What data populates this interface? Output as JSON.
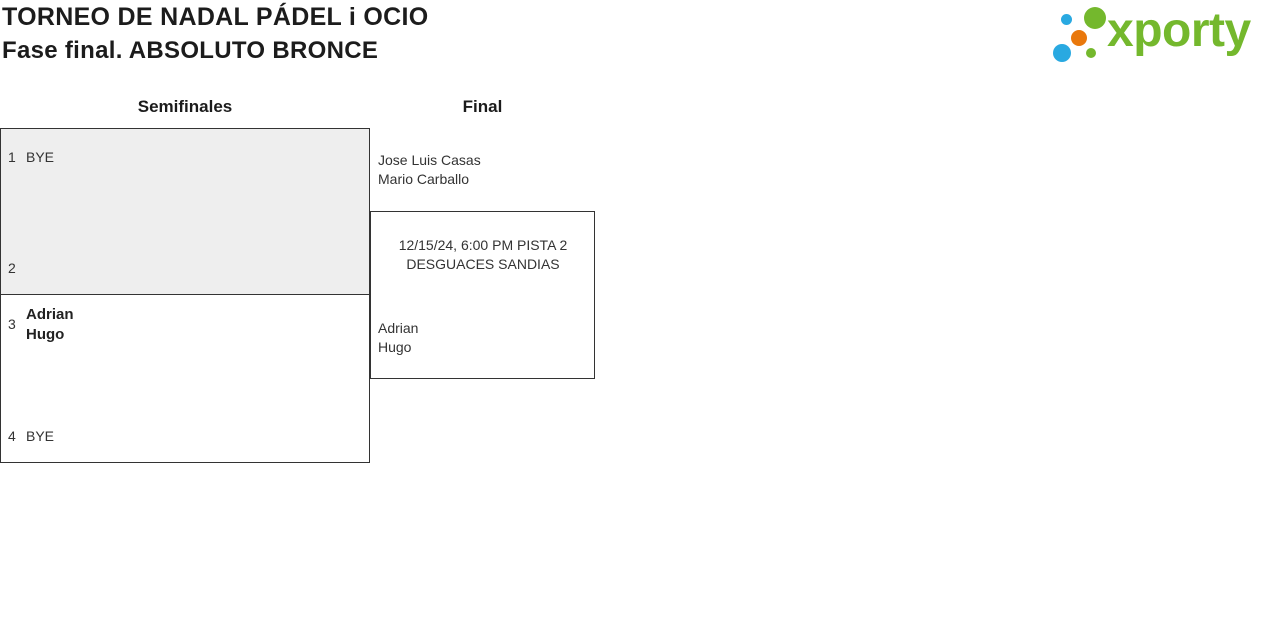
{
  "header": {
    "title": "TORNEO DE NADAL PÁDEL i OCIO",
    "subtitle": "Fase final. ABSOLUTO BRONCE"
  },
  "logo": {
    "text": "xporty",
    "green": "#74b82d",
    "blue": "#29a9e1",
    "orange": "#e9780c"
  },
  "bracket": {
    "rounds": [
      {
        "label": "Semifinales"
      },
      {
        "label": "Final"
      }
    ],
    "semifinal_1": {
      "slot_1": {
        "seed": "1",
        "name": "BYE"
      },
      "slot_2": {
        "seed": "2",
        "name": ""
      }
    },
    "semifinal_2": {
      "slot_1": {
        "seed": "3",
        "player_1": "Adrian",
        "player_2": "Hugo"
      },
      "slot_2": {
        "seed": "4",
        "name": "BYE"
      }
    },
    "final": {
      "team_1": {
        "player_1": "Jose Luis Casas",
        "player_2": "Mario Carballo"
      },
      "match_info": {
        "schedule": "12/15/24, 6:00 PM PISTA 2",
        "venue": "DESGUACES SANDIAS"
      },
      "team_2": {
        "player_1": "Adrian",
        "player_2": "Hugo"
      }
    }
  }
}
